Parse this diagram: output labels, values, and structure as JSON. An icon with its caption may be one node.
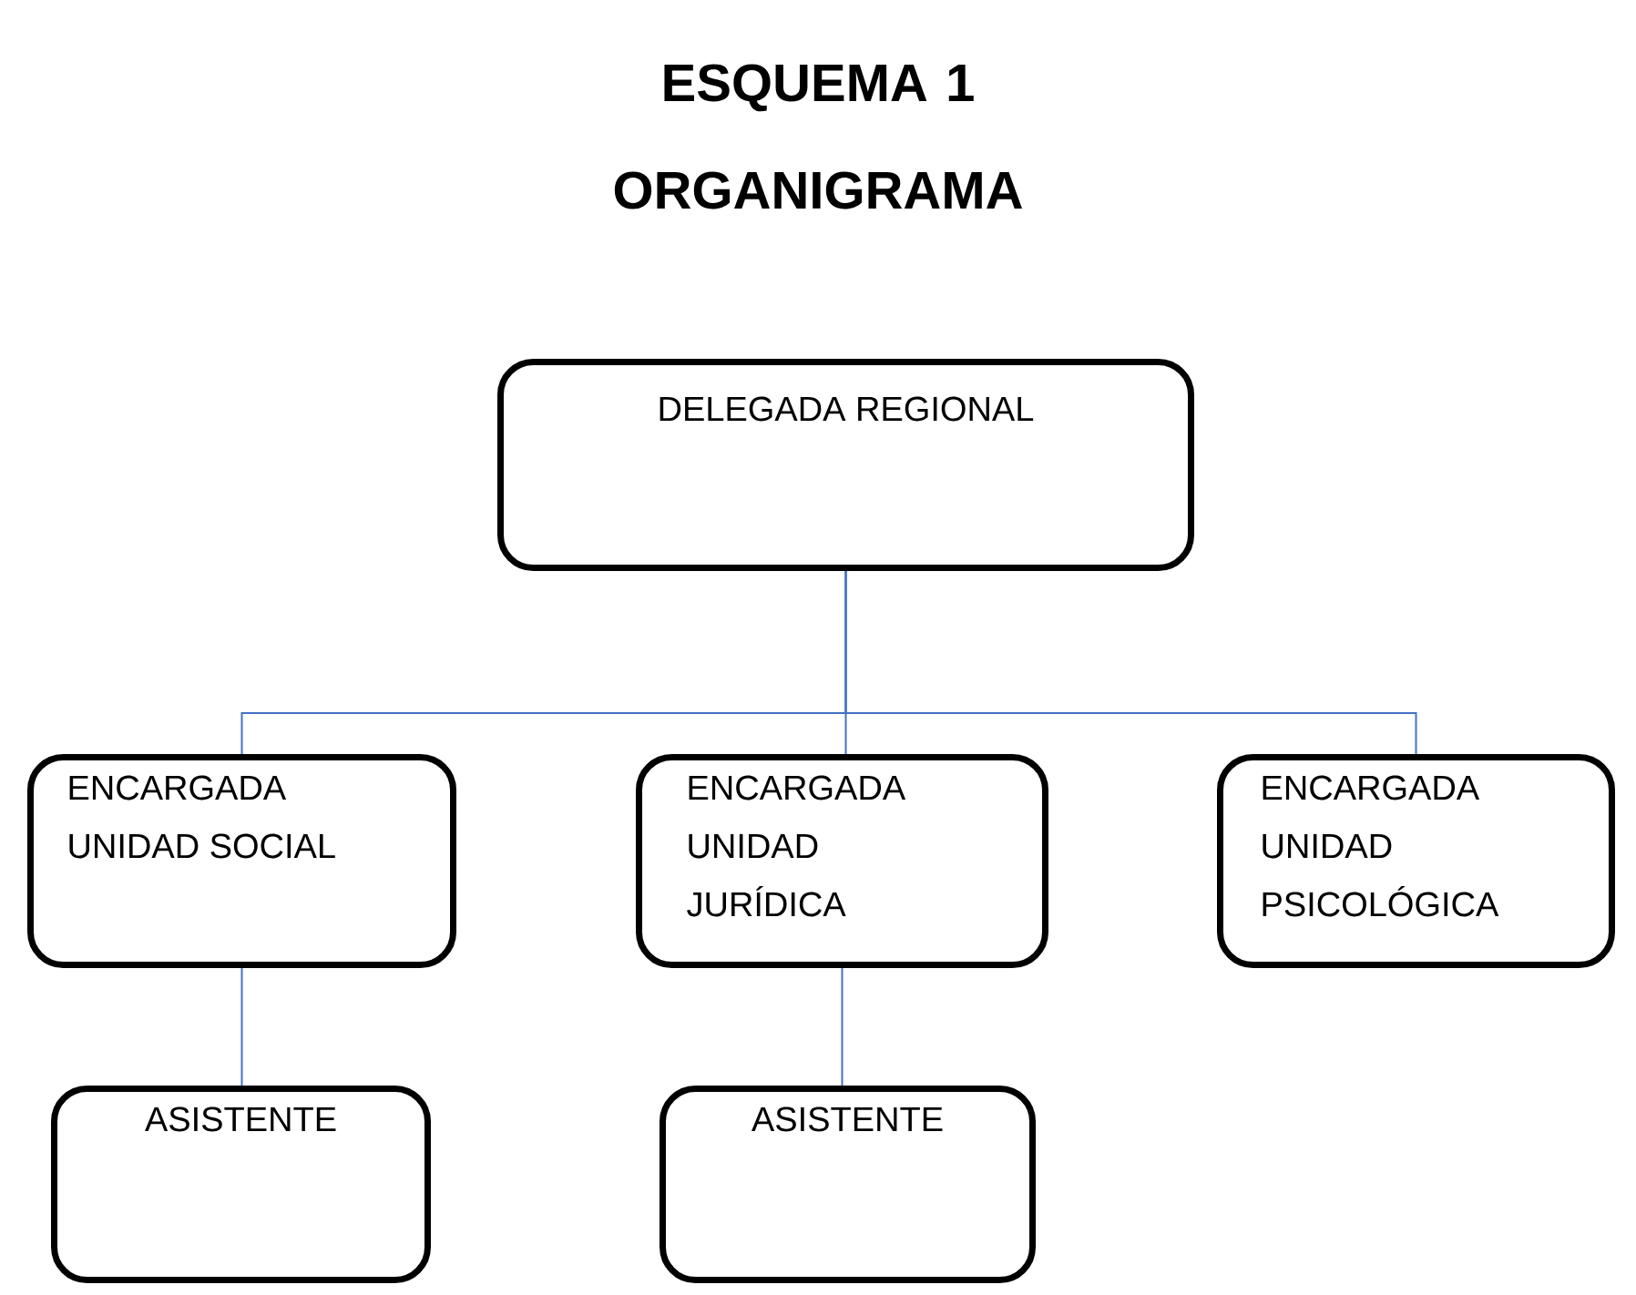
{
  "diagram": {
    "title": "ESQUEMA 1 ORGANIGRAMA",
    "nodes": [
      {
        "text": [
          "DELEGADA REGIONAL"
        ]
      },
      {
        "text": [
          "ENCARGADA UNIDAD SOCIAL"
        ]
      },
      {
        "text": [
          "ENCARGADA UNIDAD JURÍDICA"
        ]
      },
      {
        "text": [
          "ENCARGADA UNIDAD PSICOLÓGICA"
        ]
      },
      {
        "text": [
          "ASISTENTE"
        ]
      },
      {
        "text": [
          "ASISTENTE"
        ]
      }
    ],
    "edges": [
      {
        "from": 0,
        "to": 1,
        "arrow": "none"
      },
      {
        "from": 0,
        "to": 2,
        "arrow": "none"
      },
      {
        "from": 0,
        "to": 3,
        "arrow": "none"
      },
      {
        "from": 1,
        "to": 4,
        "arrow": "none"
      },
      {
        "from": 2,
        "to": 5,
        "arrow": "none"
      }
    ]
  }
}
